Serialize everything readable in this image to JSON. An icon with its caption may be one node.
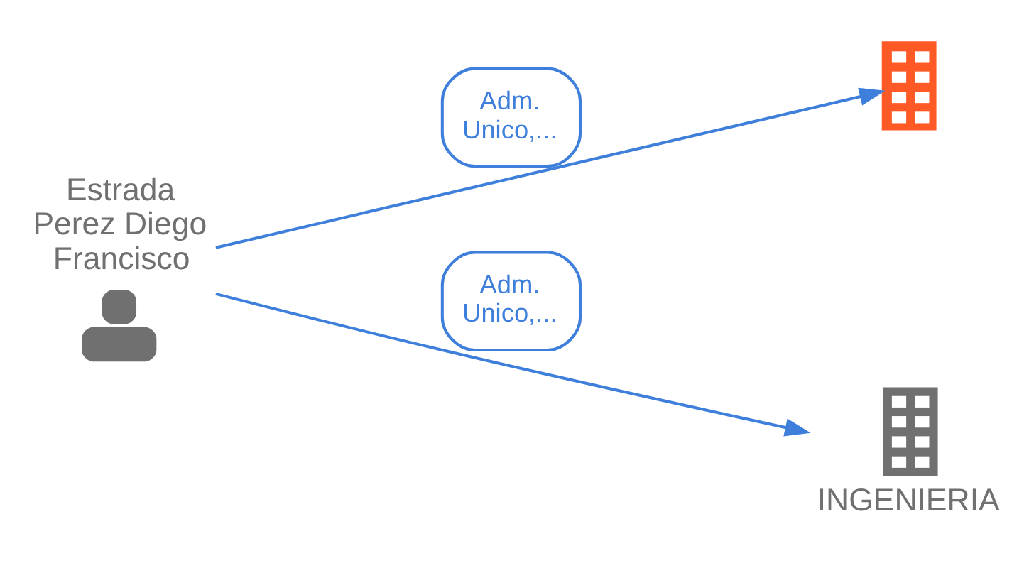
{
  "diagram": {
    "nodes": [
      {
        "text": [
          "Estrada Perez Diego Francisco"
        ]
      },
      {
        "text": [],
        "shape": "picture"
      },
      {
        "text": [
          "INGENIERIA"
        ]
      }
    ],
    "edges": [
      {
        "from": 0,
        "to": 1,
        "arrow": "to",
        "label": "Adm. Unico,..."
      },
      {
        "from": 0,
        "to": 2,
        "arrow": "to",
        "label": "Adm. Unico,..."
      }
    ]
  }
}
